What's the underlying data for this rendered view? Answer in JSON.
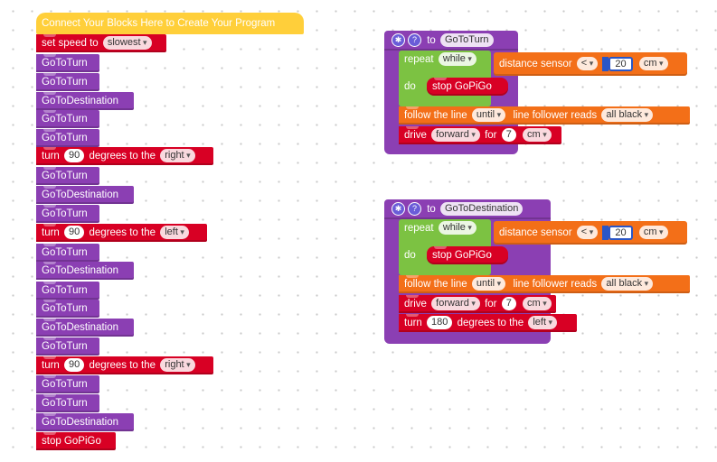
{
  "main_stack": {
    "hat": "Connect Your Blocks Here to Create Your Program",
    "set_speed": {
      "label": "set speed to",
      "value": "slowest"
    },
    "go_to_turn": "GoToTurn",
    "go_to_destination": "GoToDestination",
    "turn": {
      "label": "turn",
      "deg_label": "degrees to the"
    },
    "turn_90": "90",
    "dir_right": "right",
    "dir_left": "left",
    "stop": "stop GoPiGo"
  },
  "fn_turn": {
    "to": "to",
    "name": "GoToTurn",
    "repeat": "repeat",
    "while": "while",
    "sensor": "distance sensor",
    "op": "<",
    "dist": "20",
    "unit": "cm",
    "do": "do",
    "stop": "stop GoPiGo",
    "follow": "follow the line",
    "until": "until",
    "reads": "line follower reads",
    "reads_val": "all black",
    "drive": "drive",
    "dir": "forward",
    "for": "for",
    "drive_val": "7",
    "drive_unit": "cm"
  },
  "fn_dest": {
    "to": "to",
    "name": "GoToDestination",
    "turn": "turn",
    "turn_val": "180",
    "deg_label": "degrees to the",
    "turn_dir": "left"
  },
  "icons": {
    "gear": "gear-icon",
    "help": "help-icon"
  }
}
